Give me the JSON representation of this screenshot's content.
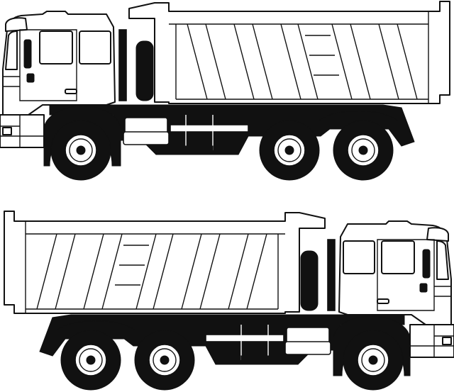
{
  "scene": {
    "background_color": "#ffffff",
    "ink_color": "#111111",
    "fill_color": "#ffffff"
  },
  "trucks": [
    {
      "label": "dump-truck",
      "facing": "left",
      "axles": 3
    },
    {
      "label": "dump-truck",
      "facing": "right",
      "axles": 3
    }
  ]
}
